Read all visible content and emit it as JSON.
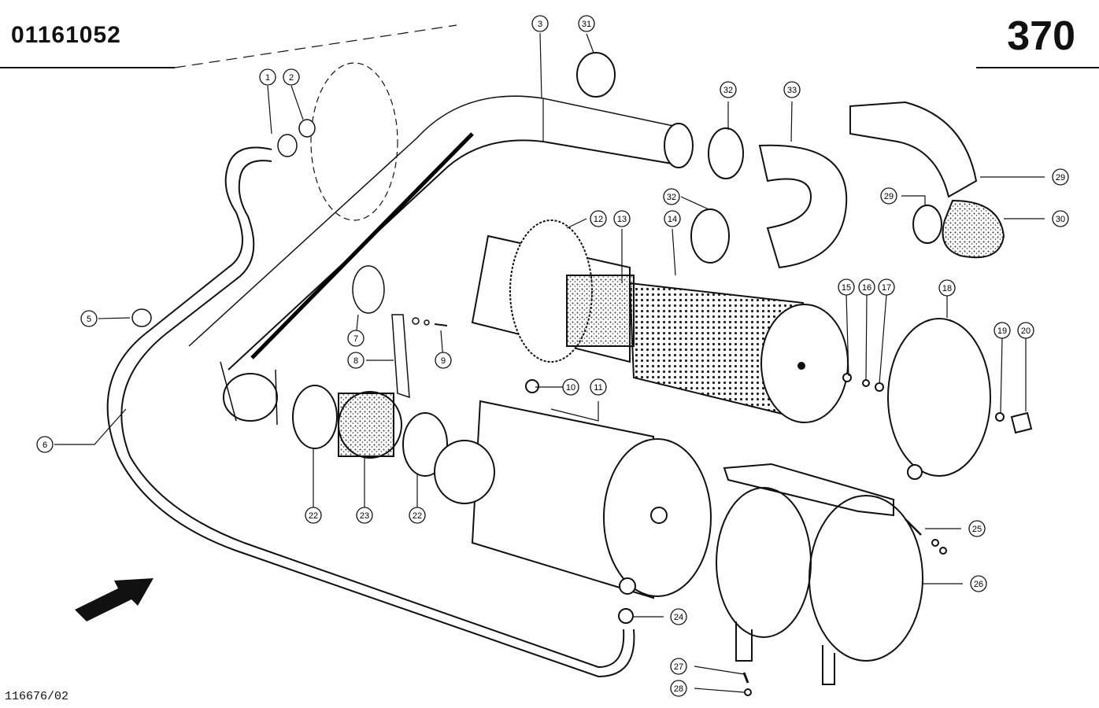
{
  "header": {
    "part_number": "01161052",
    "page_number": "370"
  },
  "footer": {
    "drawing_id": "116676/02"
  },
  "callouts": [
    {
      "id": "1",
      "label": "1"
    },
    {
      "id": "2",
      "label": "2"
    },
    {
      "id": "3",
      "label": "3"
    },
    {
      "id": "5",
      "label": "5"
    },
    {
      "id": "6",
      "label": "6"
    },
    {
      "id": "7",
      "label": "7"
    },
    {
      "id": "8",
      "label": "8"
    },
    {
      "id": "9",
      "label": "9"
    },
    {
      "id": "10",
      "label": "10"
    },
    {
      "id": "11",
      "label": "11"
    },
    {
      "id": "12",
      "label": "12"
    },
    {
      "id": "13",
      "label": "13"
    },
    {
      "id": "14",
      "label": "14"
    },
    {
      "id": "15",
      "label": "15"
    },
    {
      "id": "16",
      "label": "16"
    },
    {
      "id": "17",
      "label": "17"
    },
    {
      "id": "18",
      "label": "18"
    },
    {
      "id": "19",
      "label": "19"
    },
    {
      "id": "20",
      "label": "20"
    },
    {
      "id": "22a",
      "label": "22"
    },
    {
      "id": "22b",
      "label": "22"
    },
    {
      "id": "23",
      "label": "23"
    },
    {
      "id": "24",
      "label": "24"
    },
    {
      "id": "25",
      "label": "25"
    },
    {
      "id": "26",
      "label": "26"
    },
    {
      "id": "27",
      "label": "27"
    },
    {
      "id": "28",
      "label": "28"
    },
    {
      "id": "29a",
      "label": "29"
    },
    {
      "id": "29b",
      "label": "29"
    },
    {
      "id": "30",
      "label": "30"
    },
    {
      "id": "31",
      "label": "31"
    },
    {
      "id": "32a",
      "label": "32"
    },
    {
      "id": "32b",
      "label": "32"
    },
    {
      "id": "33",
      "label": "33"
    }
  ]
}
